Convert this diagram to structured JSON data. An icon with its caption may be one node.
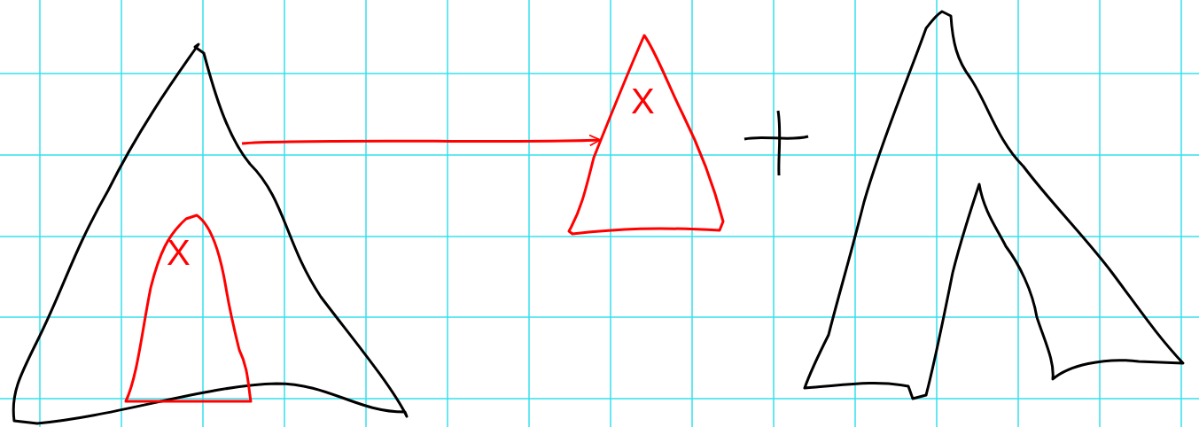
{
  "diagram": {
    "nodes": [
      {
        "text": [],
        "shape": "triangle"
      },
      {
        "text": [
          "X"
        ],
        "in": 0
      },
      {
        "text": [
          "X"
        ]
      },
      {
        "text": [],
        "shape": "triangle"
      }
    ],
    "edges": [
      {
        "from": 0,
        "to": 2,
        "arrow": "to",
        "color": "#ff0000"
      }
    ]
  }
}
